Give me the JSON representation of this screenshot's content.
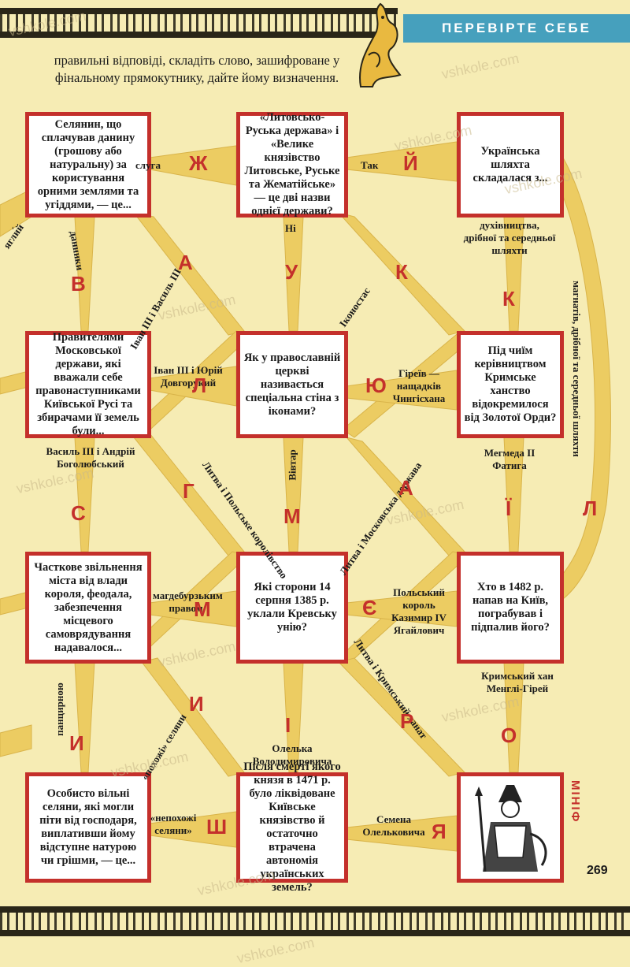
{
  "header": {
    "title": "ПЕРЕВІРТЕ СЕБЕ"
  },
  "intro": "правильні відповіді, складіть слово, зашифроване у фінальному прямокутнику, дайте йому визначення.",
  "page_number": "269",
  "side_word": "МІНІФ",
  "cells": {
    "r1c1": "Селянин, що сплачував данину (грошову або натуральну) за користування орними землями та угіддями, — це...",
    "r1c2": "«Литовсько-Руська держава» і «Велике князівство Литовське, Руське та Жематійське» — це дві назви однієї держави?",
    "r1c3": "Українська шляхта складалася з...",
    "r2c1": "Правителями Московської держави, які вважали себе правонаступниками Київської Русі та збирачами її земель були...",
    "r2c2": "Як у православній церкві називається спеціальна стіна з іконами?",
    "r2c3": "Під чиїм керівництвом Кримське ханство відокремилося від Золотої Орди?",
    "r3c1": "Часткове звільнення міста від влади короля, феодала, забезпечення місцевого самоврядування надавалося...",
    "r3c2": "Які сторони 14 серпня 1385 р. уклали Кревську унію?",
    "r3c3": "Хто в 1482 р. напав на Київ, пограбував і підпалив його?",
    "r4c1": "Особисто вільні селяни, які могли піти від господаря, виплативши йому відступне натурою чи грішми, — це...",
    "r4c2": "Після смерті якого князя в 1471 р. було ліквідоване Київське князівство й остаточно втрачена автономія українських земель?"
  },
  "labels": {
    "sluha": "слуга",
    "tak": "Так",
    "ni": "Ні",
    "danyky": "данники",
    "yahliy": "ягли́й",
    "dukhivnytstva": "духівництва, дрібної та середньої шляхти",
    "mahnativ": "магнатів, дрібної та середньої шляхти",
    "ivan3_vasyl3": "Іван ІІІ і Василь ІІІ",
    "ikonostas": "Іконостас",
    "ivan3_yuriy": "Іван ІІІ і Юрій Довгорукий",
    "hireyiv": "Гіреїв — нащадків Чингісхана",
    "vasyl3_andriy": "Василь ІІІ і Андрій Боголюбський",
    "vivtar": "Вівтар",
    "mehmed": "Мегмеда ІІ Фатига",
    "lytva_polske": "Литва і Польське королівство",
    "lytva_moskovska": "Литва і Московська держава",
    "mahdeburzkym": "магдебурзьким правом",
    "polskyi_korol": "Польський король Казимир IV Ягайлович",
    "pantsyrnoyu": "панцирною",
    "lytva_krymskyi": "Литва і Кримський ханат",
    "krymskyi_khan": "Кримський хан Менглі-Гірей",
    "pokhozhi": "«похожі» селяни",
    "nepokhozhi": "«непохожі селяни»",
    "olelka": "Олелька Володимировича",
    "semena": "Семена Олельковича"
  },
  "letters": {
    "zh": "Ж",
    "y1": "Й",
    "v": "В",
    "a1": "А",
    "u": "У",
    "k1": "К",
    "k2": "К",
    "l1": "Л",
    "yu": "Ю",
    "h": "Г",
    "a2": "А",
    "i1": "Ї",
    "s": "С",
    "m1": "М",
    "l2": "Л",
    "m2": "М",
    "ye": "Є",
    "y2": "И",
    "i2": "І",
    "r": "Р",
    "i3": "И",
    "o": "О",
    "sh": "Ш",
    "ya": "Я"
  },
  "watermarks": [
    "vshkole.com",
    "vshkole.com",
    "vshkole.com",
    "vshkole.com",
    "vshkole.com",
    "vshkole.com",
    "vshkole.com",
    "vshkole.com",
    "vshkole.com",
    "vshkole.com",
    "vshkole.com",
    "vshkole.com"
  ]
}
